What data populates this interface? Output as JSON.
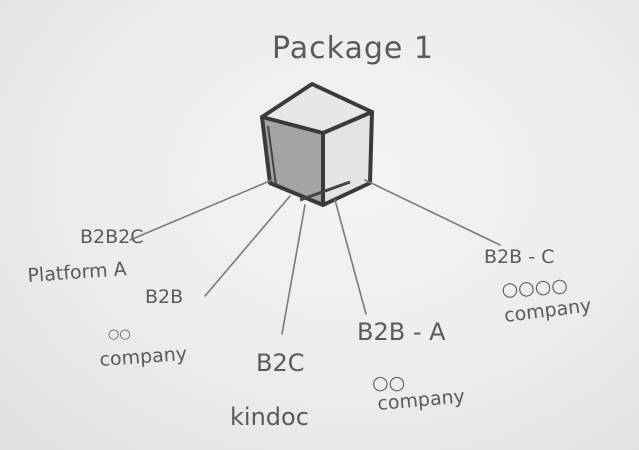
{
  "diagram": {
    "title": "Package 1",
    "nodes": {
      "b2b2c": {
        "line1": "B2B2C",
        "line2": "Platform A"
      },
      "b2b_small": {
        "line1": "B2B",
        "line2": "○○",
        "line3": "company"
      },
      "b2c": {
        "line1": "B2C",
        "line2": "kindoc"
      },
      "b2b_a": {
        "line1": "B2B - A",
        "line2": "○○",
        "line3": "company"
      },
      "b2b_c": {
        "line1": "B2B - C",
        "line2": "○○○○",
        "line3": "company"
      }
    }
  }
}
